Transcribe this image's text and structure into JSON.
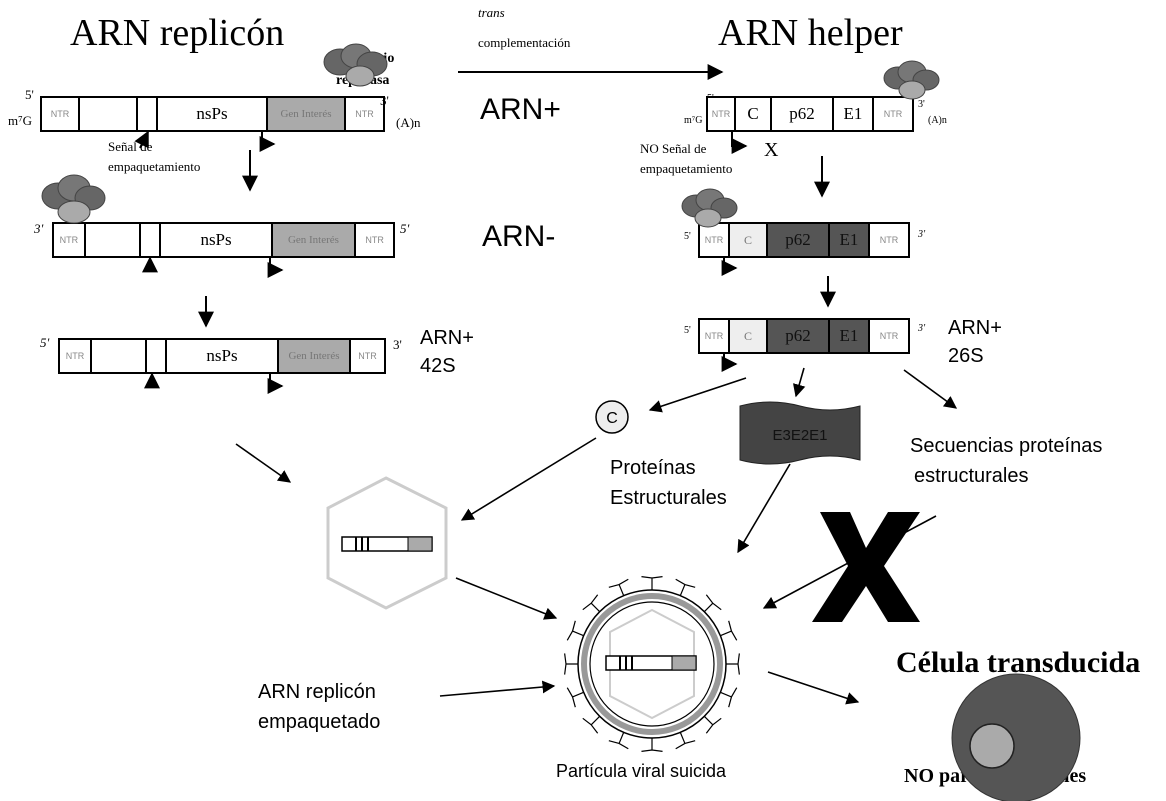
{
  "titles": {
    "replicon": "ARN replicón",
    "helper": "ARN helper",
    "trans": "trans",
    "complementation": "complementación",
    "complejo_1": "Complejo",
    "complejo_2": "replicasa"
  },
  "labels": {
    "arn_plus_1": "ARN+",
    "arn_minus": "ARN-",
    "arn_plus_42": "ARN+",
    "s42": "42S",
    "arn_plus_26": "ARN+",
    "s26": "26S",
    "senal_1": "Señal de",
    "senal_2": "empaquetamiento",
    "no_senal_1": "NO Señal de",
    "no_senal_2": "empaquetamiento",
    "x_mark": "X",
    "proteinas_1": "Proteínas",
    "proteinas_2": "Estructurales",
    "secuencias_1": "Secuencias proteínas",
    "secuencias_2": "estructurales",
    "empaquetado_1": "ARN  replicón",
    "empaquetado_2": "empaquetado",
    "particula": "Partícula viral suicida",
    "celula": "Célula transducida",
    "no_particulas": "NO partículas virales",
    "c_protein": "C",
    "e3e2e1": "E3E2E1"
  },
  "ends": {
    "five": "5'",
    "three": "3'",
    "cap": "m⁷G",
    "polya": "(A)n",
    "italic3": "3'",
    "italic5": "5'"
  },
  "segments": {
    "ntr": "NTR",
    "nsps": "nsPs",
    "gen": "Gen Interés",
    "c": "C",
    "p62": "p62",
    "e1": "E1"
  }
}
